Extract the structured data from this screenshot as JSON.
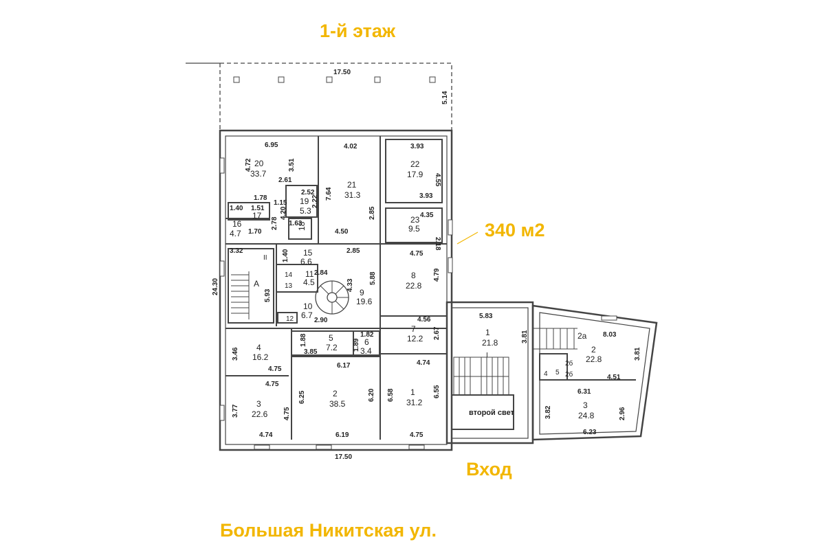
{
  "floor_title": "1-й этаж",
  "total_area": "340 м2",
  "entrance_label": "Вход",
  "street_name": "Большая Никитская ул.",
  "second_light_label": "второй свет",
  "colors": {
    "accent": "#f2b600",
    "lines": "#444444"
  },
  "rooms": [
    {
      "id": "r20",
      "num": "20",
      "area": "33.7"
    },
    {
      "id": "r21",
      "num": "21",
      "area": "31.3"
    },
    {
      "id": "r22",
      "num": "22",
      "area": "17.9"
    },
    {
      "id": "r23",
      "num": "23",
      "area": "9.5"
    },
    {
      "id": "r19",
      "num": "19",
      "area": "5.3"
    },
    {
      "id": "r17",
      "num": "17",
      "area": ""
    },
    {
      "id": "r18",
      "num": "18",
      "area": ""
    },
    {
      "id": "r16",
      "num": "16",
      "area": "4.7"
    },
    {
      "id": "r15",
      "num": "15",
      "area": "6.6"
    },
    {
      "id": "r11",
      "num": "11",
      "area": "4.5"
    },
    {
      "id": "r9",
      "num": "9",
      "area": "19.6"
    },
    {
      "id": "r10",
      "num": "10",
      "area": "6.7"
    },
    {
      "id": "r8",
      "num": "8",
      "area": "22.8"
    },
    {
      "id": "r7",
      "num": "7",
      "area": "12.2"
    },
    {
      "id": "r4",
      "num": "4",
      "area": "16.2"
    },
    {
      "id": "r5",
      "num": "5",
      "area": "7.2"
    },
    {
      "id": "r6",
      "num": "6",
      "area": "3.4"
    },
    {
      "id": "r3",
      "num": "3",
      "area": "22.6"
    },
    {
      "id": "r2",
      "num": "2",
      "area": "38.5"
    },
    {
      "id": "r1",
      "num": "1",
      "area": "31.2"
    },
    {
      "id": "rb1",
      "num": "1",
      "area": "21.8"
    },
    {
      "id": "rb2",
      "num": "2",
      "area": "22.8"
    },
    {
      "id": "rb3",
      "num": "3",
      "area": "24.8"
    }
  ],
  "small_labels": [
    "14",
    "13",
    "12",
    "A",
    "II",
    "I",
    "2a",
    "4",
    "5",
    "2б",
    "2б",
    "17"
  ],
  "dimensions": [
    "17.50",
    "5.14",
    "6.95",
    "4.02",
    "3.93",
    "4.55",
    "3.93",
    "4.72",
    "3.51",
    "2.61",
    "2.52",
    "2.22",
    "7.64",
    "1.78",
    "1.51",
    "1.15",
    "1.40",
    "4.20",
    "2.78",
    "1.63",
    "1.70",
    "4.50",
    "2.85",
    "4.35",
    "2.18",
    "3.32",
    "1.40",
    "2.85",
    "2.84",
    "4.33",
    "5.88",
    "5.93",
    "2.90",
    "4.75",
    "4.79",
    "24.30",
    "4.56",
    "2.67",
    "1.82",
    "1.89",
    "1.88",
    "3.85",
    "6.17",
    "3.46",
    "4.75",
    "4.75",
    "4.74",
    "3.77",
    "4.75",
    "4.74",
    "6.25",
    "6.20",
    "6.19",
    "6.58",
    "6.55",
    "4.75",
    "17.50",
    "5.83",
    "3.81",
    "8.03",
    "3.81",
    "4.51",
    "6.31",
    "3.82",
    "2.96",
    "6.23"
  ]
}
